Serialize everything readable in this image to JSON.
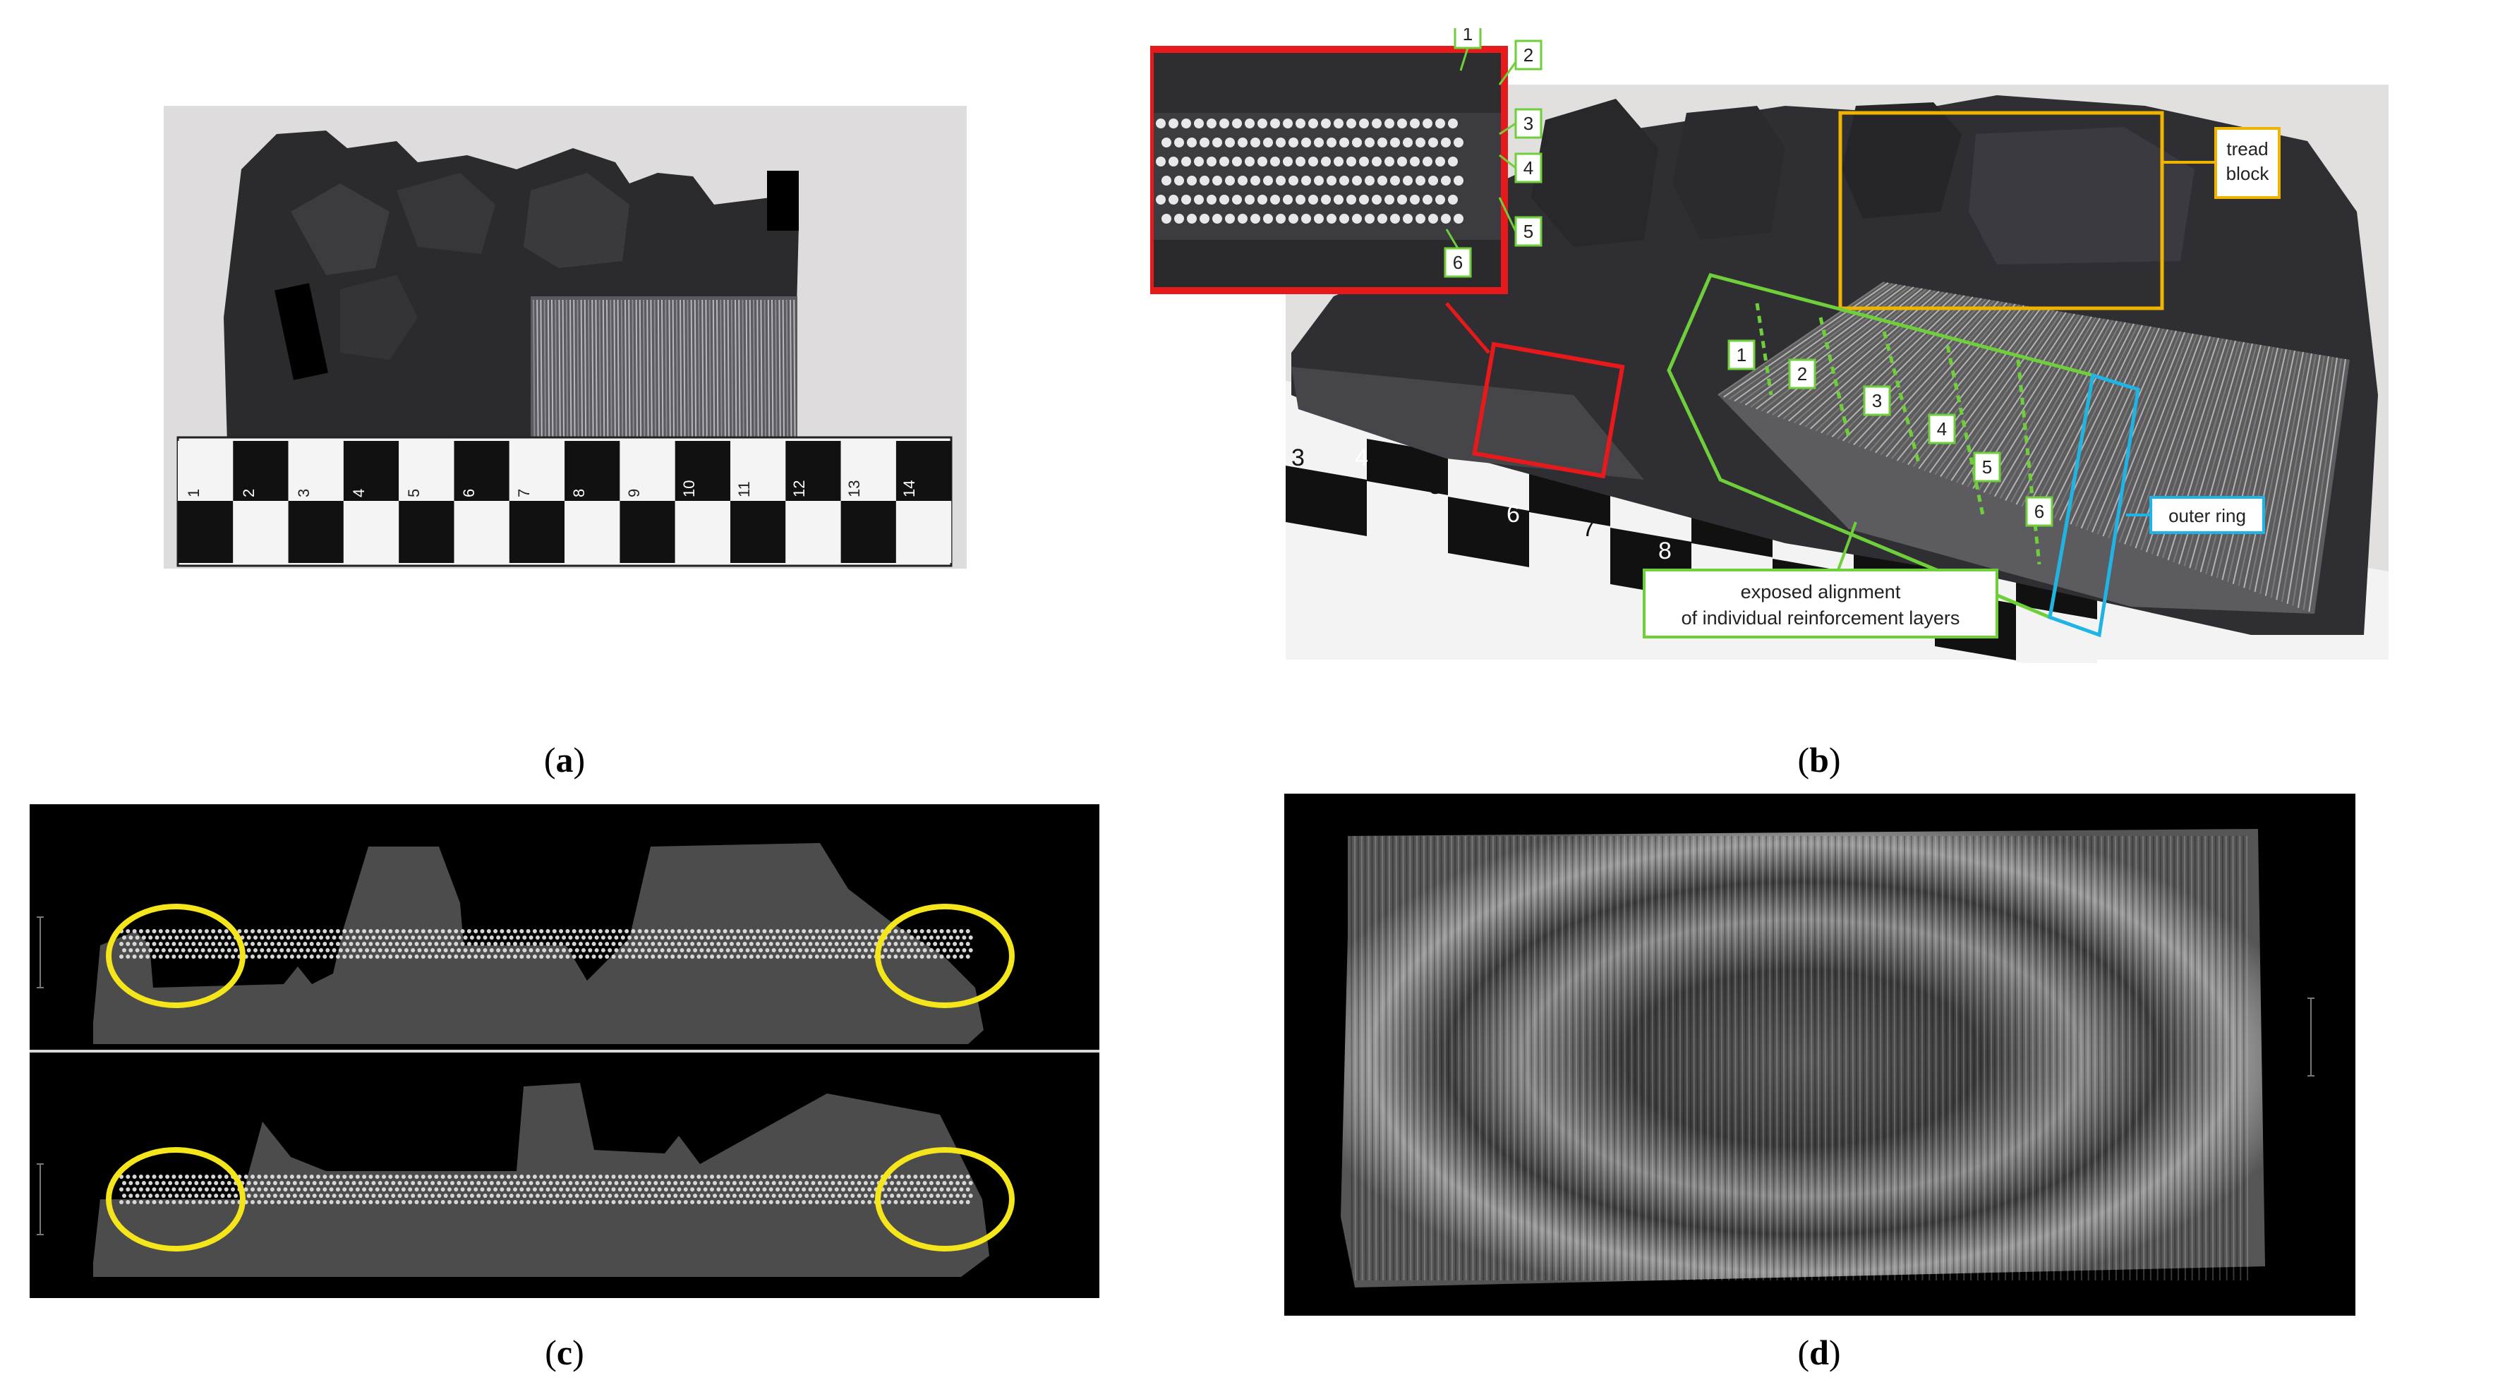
{
  "captions": {
    "a": {
      "open": "(",
      "letter": "a",
      "close": ")"
    },
    "b": {
      "open": "(",
      "letter": "b",
      "close": ")"
    },
    "c": {
      "open": "(",
      "letter": "c",
      "close": ")"
    },
    "d": {
      "open": "(",
      "letter": "d",
      "close": ")"
    }
  },
  "panel_a": {
    "ruler_numbers": [
      "1",
      "2",
      "3",
      "4",
      "5",
      "6",
      "7",
      "8",
      "9",
      "10",
      "11",
      "12",
      "13",
      "14"
    ]
  },
  "panel_b": {
    "inset_labels": [
      "1",
      "2",
      "3",
      "4",
      "5",
      "6"
    ],
    "layer_labels": [
      "1",
      "2",
      "3",
      "4",
      "5",
      "6"
    ],
    "ruler_numbers": [
      "3",
      "4",
      "5",
      "6",
      "7",
      "8"
    ],
    "tread_block_line1": "tread",
    "tread_block_line2": "block",
    "outer_ring": "outer ring",
    "exposed_line1": "exposed alignment",
    "exposed_line2": "of individual reinforcement layers",
    "colors": {
      "inset": "#e8191b",
      "layers": "#6fcf3a",
      "tread": "#f0b400",
      "ring": "#1fb4e6"
    }
  },
  "panel_c": {
    "highlight_color": "#f5e51b"
  },
  "panel_d": {}
}
